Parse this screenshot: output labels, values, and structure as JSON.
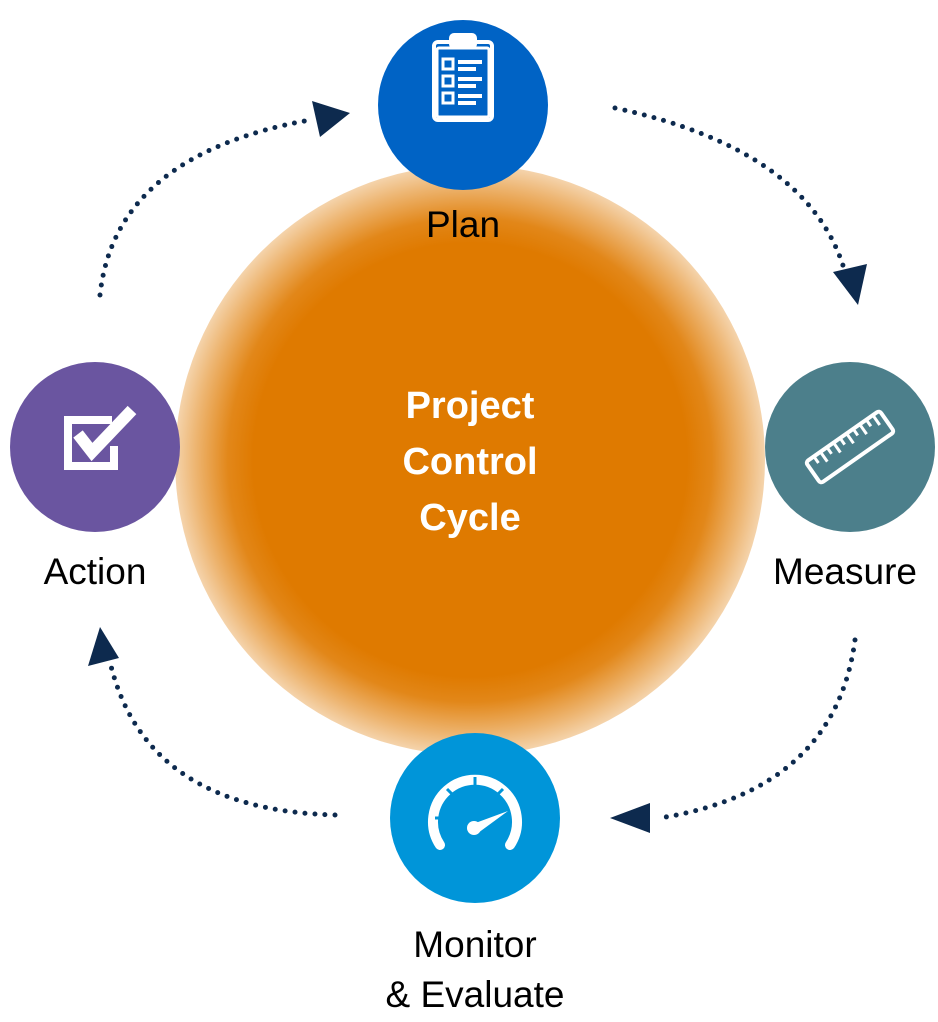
{
  "center": {
    "title_lines": [
      "Project",
      "Control",
      "Cycle"
    ],
    "color": "#df7a00"
  },
  "nodes": {
    "plan": {
      "label": "Plan",
      "color": "#0063c5",
      "icon": "clipboard-checklist-icon"
    },
    "measure": {
      "label": "Measure",
      "color": "#4c7f8b",
      "icon": "ruler-icon"
    },
    "monitor": {
      "label_lines": [
        "Monitor",
        "& Evaluate"
      ],
      "color": "#0095d9",
      "icon": "speedometer-icon"
    },
    "action": {
      "label": "Action",
      "color": "#6a55a0",
      "icon": "checkbox-check-icon"
    }
  },
  "arrow_color": "#0d2a4e",
  "flow": [
    "Plan",
    "Measure",
    "Monitor & Evaluate",
    "Action"
  ]
}
